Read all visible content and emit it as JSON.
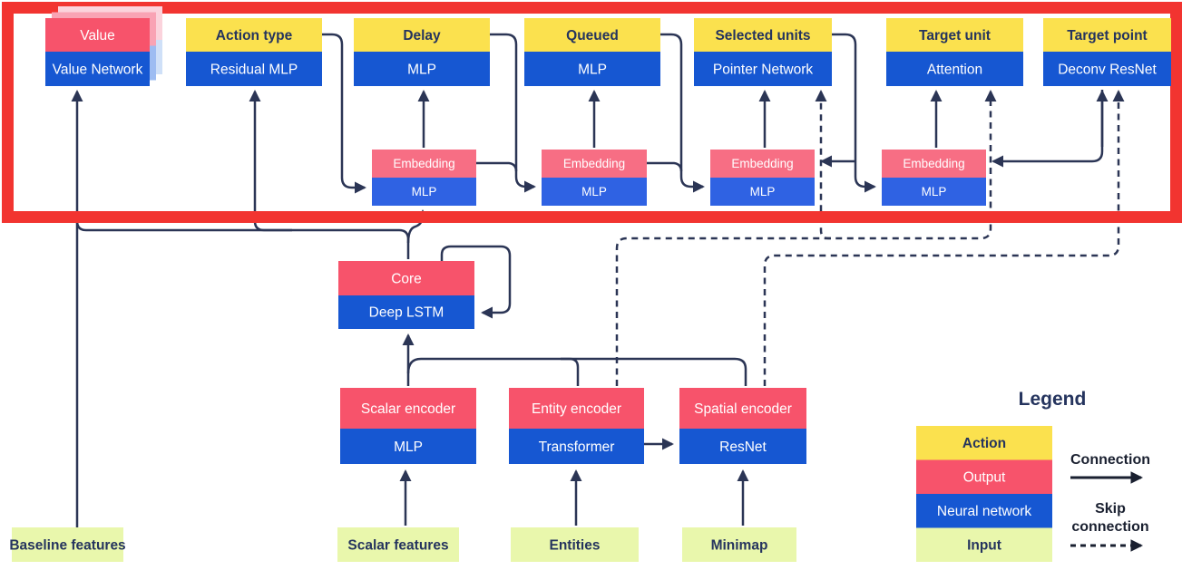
{
  "heads": [
    {
      "action": "Value",
      "network": "Value Network"
    },
    {
      "action": "Action type",
      "network": "Residual MLP"
    },
    {
      "action": "Delay",
      "network": "MLP"
    },
    {
      "action": "Queued",
      "network": "MLP"
    },
    {
      "action": "Selected units",
      "network": "Pointer Network"
    },
    {
      "action": "Target unit",
      "network": "Attention"
    },
    {
      "action": "Target point",
      "network": "Deconv ResNet"
    }
  ],
  "embeddings": [
    {
      "top": "Embedding",
      "bottom": "MLP"
    },
    {
      "top": "Embedding",
      "bottom": "MLP"
    },
    {
      "top": "Embedding",
      "bottom": "MLP"
    },
    {
      "top": "Embedding",
      "bottom": "MLP"
    }
  ],
  "core": {
    "top": "Core",
    "bottom": "Deep LSTM"
  },
  "encoders": [
    {
      "top": "Scalar encoder",
      "bottom": "MLP"
    },
    {
      "top": "Entity encoder",
      "bottom": "Transformer"
    },
    {
      "top": "Spatial encoder",
      "bottom": "ResNet"
    }
  ],
  "inputs": [
    {
      "label": "Baseline features"
    },
    {
      "label": "Scalar features"
    },
    {
      "label": "Entities"
    },
    {
      "label": "Minimap"
    }
  ],
  "legend": {
    "title": "Legend",
    "items": [
      {
        "label": "Action",
        "color": "#FBE14E"
      },
      {
        "label": "Output",
        "color": "#F7536B"
      },
      {
        "label": "Neural network",
        "color": "#1657D2"
      },
      {
        "label": "Input",
        "color": "#E9F7AC"
      }
    ],
    "connection_label": "Connection",
    "skip_label_line1": "Skip",
    "skip_label_line2": "connection"
  },
  "colors": {
    "action_yellow": "#FBE14E",
    "output_pink": "#F7536B",
    "embedding_pink": "#F76E84",
    "neural_blue": "#1657D2",
    "embedding_blue": "#2F62E3",
    "input_green": "#E9F7AC",
    "wire_navy": "#2B3555",
    "highlight_red": "#F23430"
  }
}
